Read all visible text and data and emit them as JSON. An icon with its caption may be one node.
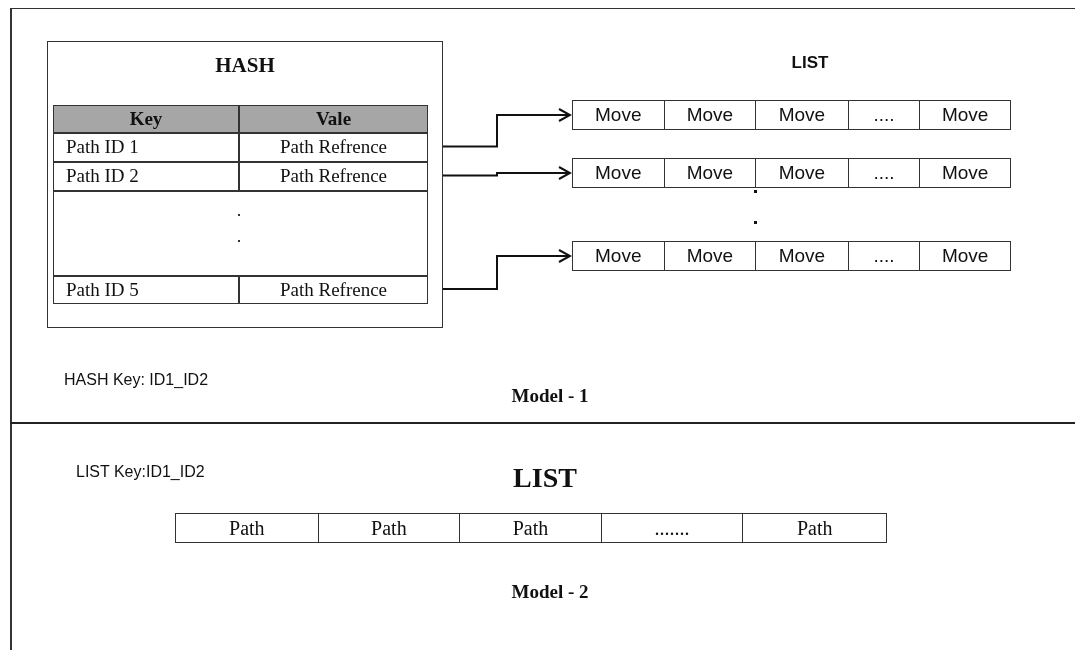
{
  "diagram": {
    "nodes": [
      {
        "text": [
          "HASH"
        ]
      },
      {
        "text": [
          "Path Refrence"
        ],
        "in": 0
      },
      {
        "text": [
          "Path Refrence"
        ],
        "in": 0
      },
      {
        "text": [
          "Path Refrence"
        ],
        "in": 0
      },
      {
        "text": [
          "Move",
          "Move",
          "Move",
          "....",
          "Move"
        ]
      },
      {
        "text": [
          "Move",
          "Move",
          "Move",
          "....",
          "Move"
        ]
      },
      {
        "text": [
          "Move",
          "Move",
          "Move",
          "....",
          "Move"
        ]
      },
      {
        "text": [
          "Path",
          "Path",
          "Path",
          ".......",
          "Path"
        ]
      }
    ],
    "edges": [
      {
        "from": 1,
        "to": 4,
        "arrow": "to"
      },
      {
        "from": 2,
        "to": 5,
        "arrow": "to"
      },
      {
        "from": 3,
        "to": 6,
        "arrow": "to"
      }
    ],
    "labels": [
      "Key",
      "Vale",
      "Path ID 1",
      "Path ID 2",
      "Path ID 5",
      "LIST",
      "HASH Key: ID1_ID2",
      "Model - 1",
      "LIST Key:ID1_ID2",
      "LIST",
      "Model - 2"
    ]
  }
}
